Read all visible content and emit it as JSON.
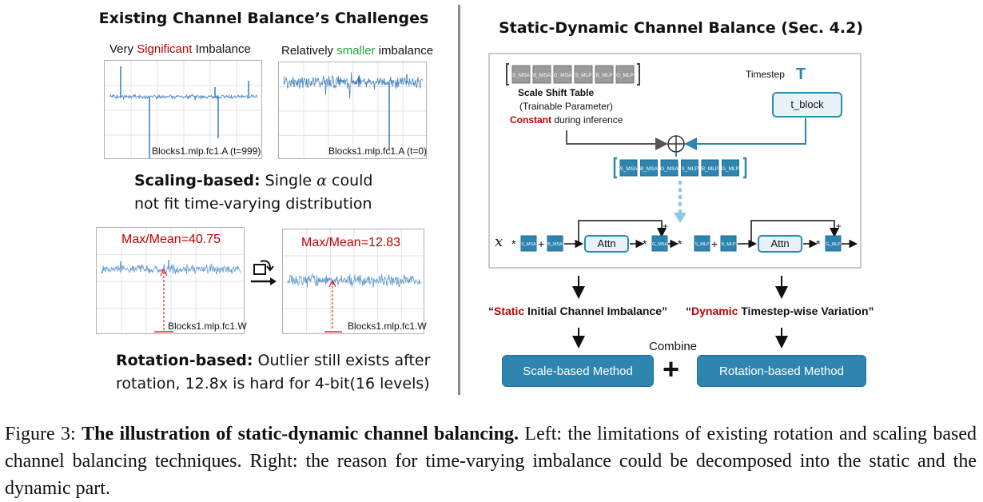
{
  "left": {
    "title": "Existing Channel Balance’s Challenges",
    "plot1": {
      "label_pre": "Very ",
      "label_emph": "Significant",
      "label_post": " Imbalance",
      "annot": "Blocks1.mlp.fc1.A (t=999)"
    },
    "plot2": {
      "label_pre": "Relatively ",
      "label_emph": "smaller",
      "label_post": " imbalance",
      "annot": "Blocks1.mlp.fc1.A (t=0)"
    },
    "scaling": {
      "bold": "Scaling-based:",
      "text1": " Single ",
      "alpha": "α",
      "text2": " could",
      "line2": "not fit time-varying distribution"
    },
    "plot3": {
      "maxmean": "Max/Mean=40.75",
      "annot": "Blocks1.mlp.fc1.W"
    },
    "plot4": {
      "maxmean": "Max/Mean=12.83",
      "annot": "Blocks1.mlp.fc1.W"
    },
    "rotation": {
      "bold": "Rotation-based:",
      "text1": " Outlier still exists after",
      "line2": "rotation, 12.8x is hard for 4-bit(16 levels)"
    }
  },
  "right": {
    "title": "Static-Dynamic Channel Balance (Sec. 4.2)",
    "table_cells": [
      "S_MSA",
      "B_MSA",
      "G_MSA",
      "S_MLP",
      "B_MLP",
      "G_MLP"
    ],
    "scale_shift_title": "Scale Shift Table",
    "trainable": "(Trainable Parameter)",
    "constant_emph": "Constant",
    "constant_rest": " during inference",
    "timestep_label": "Timestep",
    "timestep_symbol": "T",
    "t_block": "t_block",
    "x_symbol": "x",
    "attn1": "Attn",
    "attn2": "Attn",
    "static_emph": "Static",
    "static_rest": " Initial Channel Imbalance”",
    "dynamic_emph": "Dynamic",
    "dynamic_rest": " Timestep-wise Variation”",
    "combine": "Combine",
    "scale_method": "Scale-based Method",
    "rotation_method": "Rotation-based Method",
    "plus_sign": "+"
  },
  "caption": {
    "prefix": "Figure 3: ",
    "bold": "The illustration of static-dynamic channel balancing.",
    "rest": " Left: the limitations of existing rotation and scaling based channel balancing techniques. Right: the reason for time-varying imbalance could be decomposed into the static and the dynamic part."
  },
  "colors": {
    "red": "#c00000",
    "green": "#22a83a",
    "blue": "#2e86b0",
    "signal": "#2b73b5"
  }
}
